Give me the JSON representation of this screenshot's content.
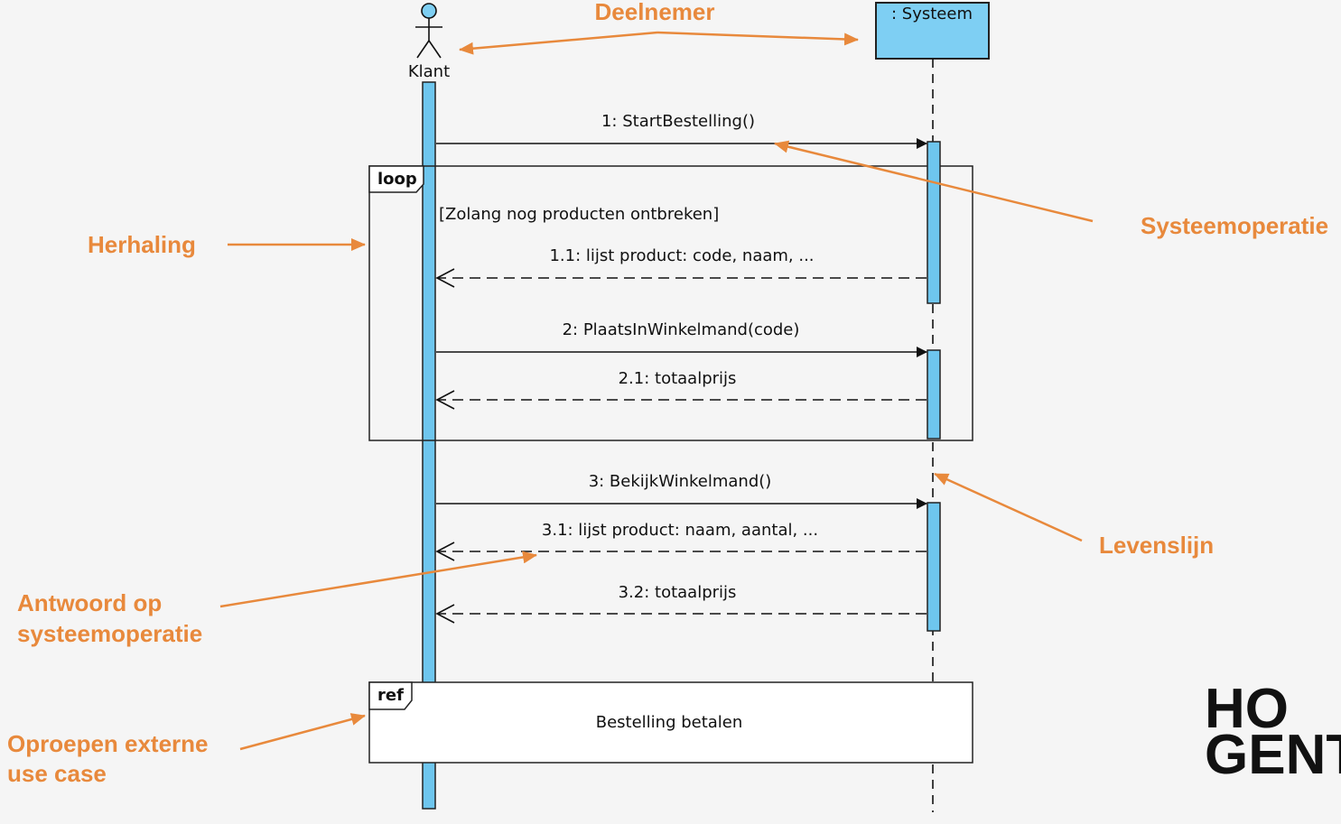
{
  "actor": {
    "name": "Klant"
  },
  "system": {
    "name": ": Systeem"
  },
  "messages": [
    {
      "label": "1: StartBestelling()"
    },
    {
      "label": "1.1: lijst product: code, naam, ..."
    },
    {
      "label": "2: PlaatsInWinkelmand(code)"
    },
    {
      "label": "2.1: totaalprijs"
    },
    {
      "label": "3: BekijkWinkelmand()"
    },
    {
      "label": "3.1: lijst product: naam, aantal, ..."
    },
    {
      "label": "3.2: totaalprijs"
    }
  ],
  "loop_frame": {
    "tag": "loop",
    "guard": "[Zolang nog producten ontbreken]"
  },
  "ref_frame": {
    "tag": "ref",
    "label": "Bestelling betalen"
  },
  "annotations": {
    "deelnemer": "Deelnemer",
    "systeemoperatie": "Systeemoperatie",
    "herhaling": "Herhaling",
    "levenslijn": "Levenslijn",
    "antwoord_line1": "Antwoord op",
    "antwoord_line2": "systeemoperatie",
    "oproepen_line1": "Oproepen externe",
    "oproepen_line2": "use case"
  },
  "logo": {
    "line1": "HO",
    "line2": "GENT"
  },
  "colors": {
    "accent": "#e8893c",
    "lifeline_fill": "#6ec6ee",
    "system_box": "#7ecff3"
  }
}
